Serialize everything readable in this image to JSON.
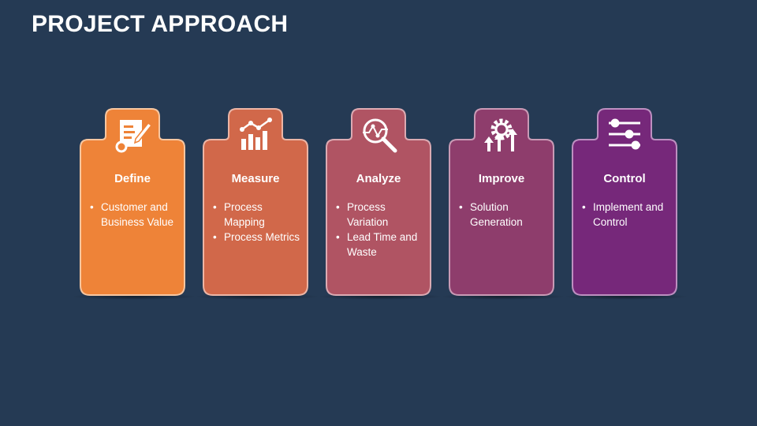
{
  "title": "PROJECT APPROACH",
  "cards": [
    {
      "title": "Define",
      "icon": "document-edit-icon",
      "color": "#ee8338",
      "items": [
        "Customer and Business Value"
      ]
    },
    {
      "title": "Measure",
      "icon": "bar-chart-icon",
      "color": "#d1684a",
      "items": [
        "Process Mapping",
        "Process Metrics"
      ]
    },
    {
      "title": "Analyze",
      "icon": "magnifier-chart-icon",
      "color": "#b05463",
      "items": [
        "Process Variation",
        "Lead Time and Waste"
      ]
    },
    {
      "title": "Improve",
      "icon": "gear-arrows-icon",
      "color": "#8e3d6c",
      "items": [
        "Solution Generation"
      ]
    },
    {
      "title": "Control",
      "icon": "sliders-icon",
      "color": "#76287a",
      "items": [
        "Implement and Control"
      ]
    }
  ]
}
